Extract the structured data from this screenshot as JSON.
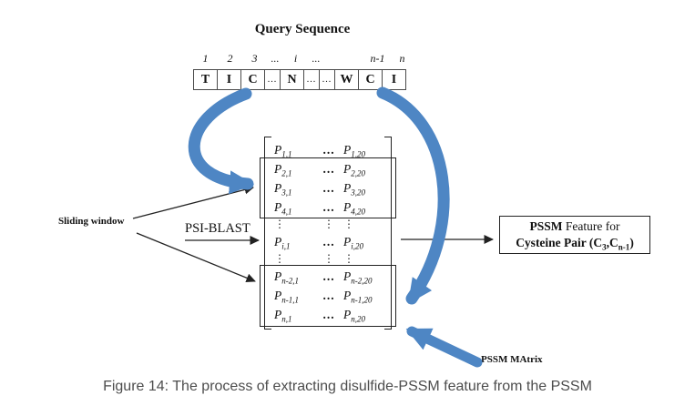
{
  "title": "Query Sequence",
  "caption": "Figure 14: The process of extracting disulfide-PSSM feature from the PSSM",
  "labels": {
    "sliding_window": "Sliding window",
    "psi_blast": "PSI-BLAST",
    "pssm_matrix": "PSSM MAtrix"
  },
  "feature_box": {
    "line1_bold": "PSSM",
    "line1_rest": " Feature for",
    "line2_pre": "Cysteine Pair (C",
    "line2_sub1": "3",
    "line2_mid": ",C",
    "line2_sub2": "n-1",
    "line2_end": ")"
  },
  "sequence": {
    "cells": [
      {
        "ch": "T",
        "idx": "1"
      },
      {
        "ch": "I",
        "idx": "2"
      },
      {
        "ch": "C",
        "idx": "3"
      },
      {
        "ch": "...",
        "idx": "...",
        "dots": true
      },
      {
        "ch": "N",
        "idx": "i"
      },
      {
        "ch": "...",
        "idx": "...",
        "dots": true
      },
      {
        "ch": "...",
        "idx": "",
        "dots": true
      },
      {
        "ch": "W",
        "idx": ""
      },
      {
        "ch": "C",
        "idx": "n-1"
      },
      {
        "ch": "I",
        "idx": "n"
      }
    ]
  },
  "matrix": {
    "base": "P",
    "hdots": "...",
    "vdots": "⋮",
    "rows": [
      {
        "l": "1,1",
        "r": "1,20"
      },
      {
        "l": "2,1",
        "r": "2,20"
      },
      {
        "l": "3,1",
        "r": "3,20"
      },
      {
        "l": "4,1",
        "r": "4,20"
      },
      {
        "vdots": true
      },
      {
        "l": "i,1",
        "r": "i,20"
      },
      {
        "vdots": true
      },
      {
        "l": "n-2,1",
        "r": "n-2,20"
      },
      {
        "l": "n-1,1",
        "r": "n-1,20"
      },
      {
        "l": "n,1",
        "r": "n,20"
      }
    ]
  },
  "colors": {
    "arrow_blue": "#4e86c4",
    "arrow_black": "#222222",
    "caption_gray": "#4d4d4d"
  }
}
